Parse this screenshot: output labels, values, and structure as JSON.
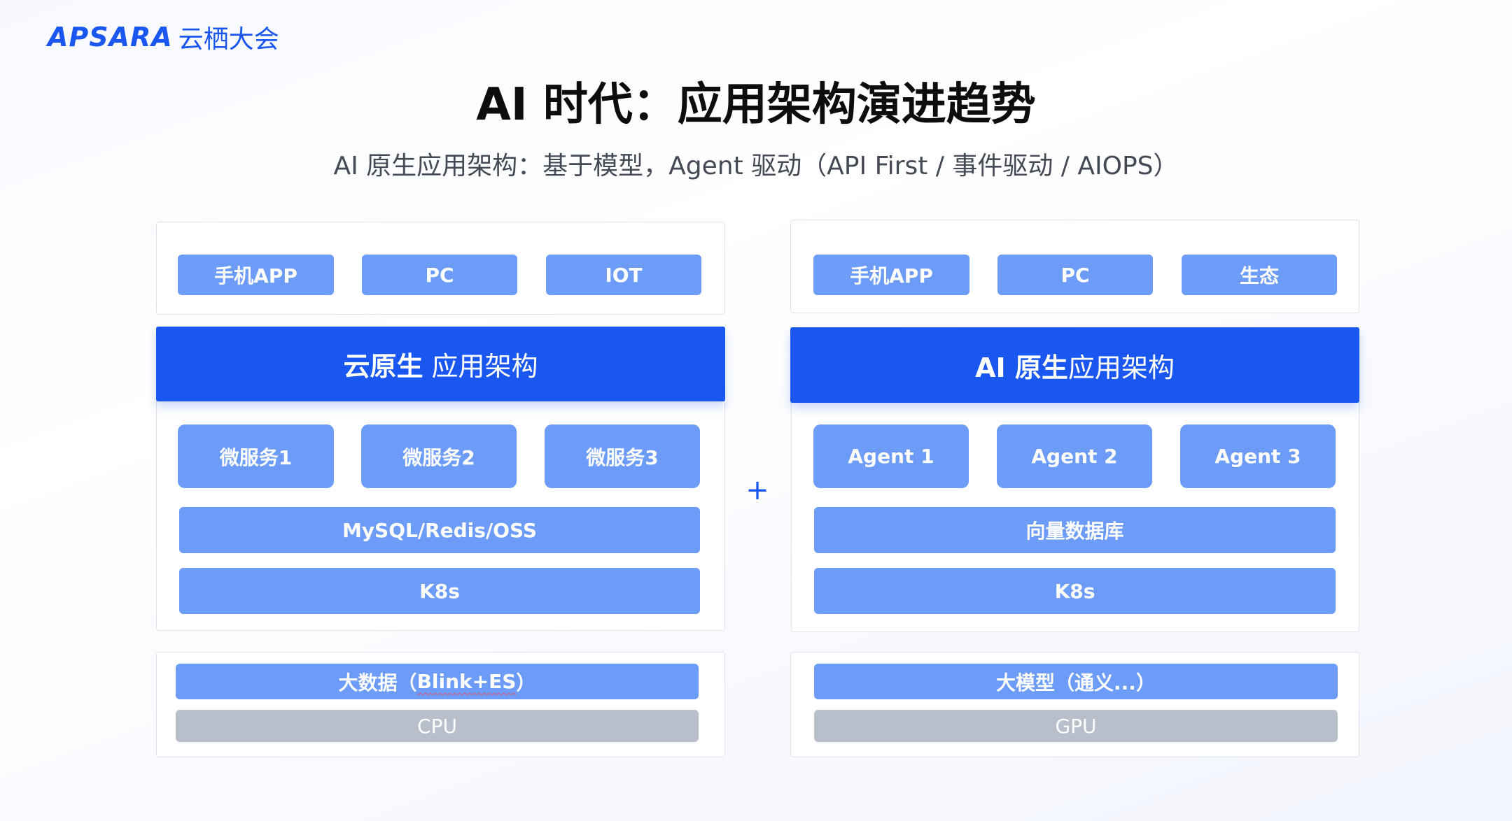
{
  "logo": {
    "en": "APSARA",
    "cn": "云栖大会"
  },
  "title": "AI 时代：应用架构演进趋势",
  "subtitle": "AI 原生应用架构：基于模型，Agent 驱动（API First / 事件驱动 / AIOPS）",
  "plus": "+",
  "left": {
    "clients": [
      "手机APP",
      "PC",
      "IOT"
    ],
    "banner_strong": "云原生",
    "banner_rest": "应用架构",
    "services": [
      "微服务1",
      "微服务2",
      "微服务3"
    ],
    "storage": "MySQL/Redis/OSS",
    "orchestration": "K8s",
    "data_prefix": "大数据（",
    "data_squiggle": "Blink+ES",
    "data_suffix": "）",
    "compute": "CPU"
  },
  "right": {
    "clients": [
      "手机APP",
      "PC",
      "生态"
    ],
    "banner_strong": "AI 原生",
    "banner_rest": "应用架构",
    "services": [
      "Agent 1",
      "Agent 2",
      "Agent 3"
    ],
    "storage": "向量数据库",
    "orchestration": "K8s",
    "model": "大模型（通义...）",
    "compute": "GPU"
  },
  "colors": {
    "brand_blue": "#1a56f0",
    "chip_blue": "#6c9cf7",
    "chip_gray": "#b8bfcb"
  }
}
